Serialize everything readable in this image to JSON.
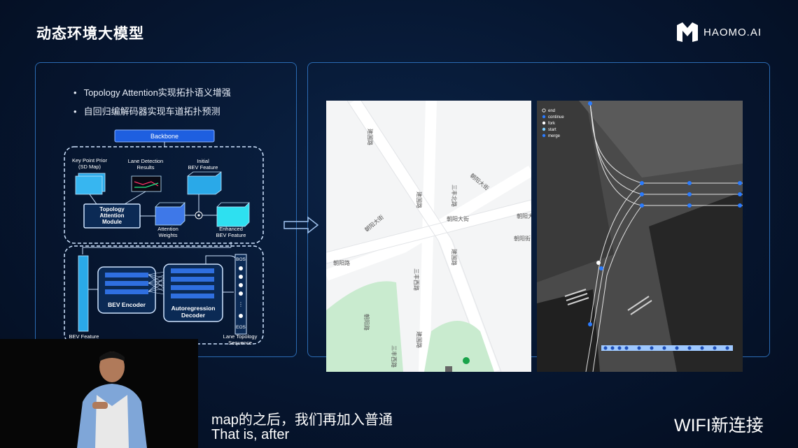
{
  "slide": {
    "title": "动态环境大模型",
    "logo_text": "HAOMO.AI"
  },
  "bullets": [
    "Topology Attention实现拓扑语义增强",
    "自回归编解码器实现车道拓扑预测"
  ],
  "diagram": {
    "backbone": "Backbone",
    "key_point_prior": "Key Point Prior",
    "sd_map": "(SD Map)",
    "lane_detection": "Lane Detection",
    "results": "Results",
    "initial": "Initial",
    "bev_feature": "BEV Feature",
    "topology": "Topology",
    "attention": "Attention",
    "module": "Module",
    "attention_weights_1": "Attention",
    "attention_weights_2": "Weights",
    "enhanced": "Enhanced",
    "enhanced_bev": "BEV Feature",
    "bev_encoder": "BEV Encoder",
    "autoregression": "Autoregression",
    "decoder": "Decoder",
    "bos": "BOS",
    "eos": "EOS",
    "bev_feature_bottom": "BEV Feature",
    "lane_topology_1": "Lane Topology",
    "lane_topology_2": "Sequence"
  },
  "map_labels": {
    "chaoyang_main": "朝阳大街",
    "chaoyang_left": "朝阳大街",
    "chaoyang_road": "朝阳路",
    "chaoyang_right": "朝阳大街",
    "sanfeng_north": "三丰北路",
    "sanfeng_west": "三丰西路",
    "sanfeng_sw": "三丰西路",
    "jianguo": "建国路",
    "jianguo_s": "建国路",
    "jianguo_n": "建国路",
    "jianguo_n2": "建国路",
    "chaoyang_nav": "朝阳大街",
    "chaoyang_e": "朝阳街"
  },
  "legend": [
    "end",
    "continue",
    "fork",
    "start",
    "merge"
  ],
  "subtitles": {
    "line1": "map的之后，我们再加入普通",
    "line2": "That is, after"
  },
  "overlay": "WIFI新连接",
  "colors": {
    "accent_blue": "#1e7bff",
    "panel_border": "#2b6bb3",
    "cyan": "#38c9f2"
  }
}
